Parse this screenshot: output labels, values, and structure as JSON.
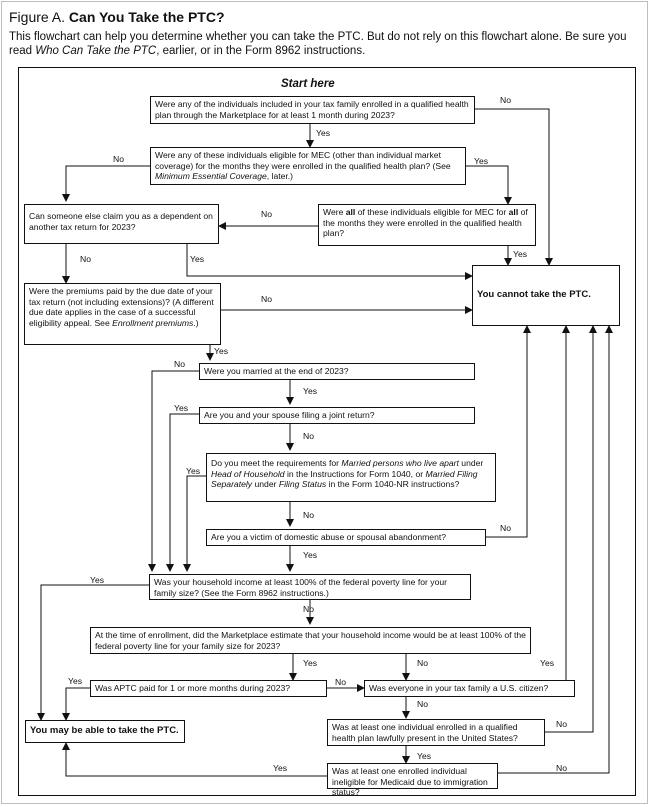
{
  "figure": {
    "label": "Figure A.",
    "title": "Can You Take the PTC?",
    "intro_1": "This flowchart can help you determine whether you can take the PTC. But do not rely on this flowchart alone. Be sure you read ",
    "intro_em": "Who Can Take the PTC",
    "intro_2": ", earlier, or in the Form 8962 instructions."
  },
  "start_label": "Start here",
  "questions": {
    "q1": "Were any of the individuals included in your tax family enrolled in a qualified health plan through the Marketplace for at least 1 month during 2023?",
    "q2_a": "Were any of these individuals eligible for MEC (other than individual market coverage) for the months they were enrolled in the qualified health plan? (See ",
    "q2_em": "Minimum Essential Coverage",
    "q2_b": ", later.)",
    "q3": "Can someone else claim you as a dependent on another tax return for 2023?",
    "q4_a": "Were ",
    "q4_b1": "all",
    "q4_c": " of these individuals eligible for MEC for ",
    "q4_b2": "all",
    "q4_d": " of the months they were enrolled in the qualified health plan?",
    "q5_a": "Were the premiums paid by the due date of your tax return (not including extensions)? (A different due date applies in the case of a successful eligibility appeal. See ",
    "q5_em": "Enrollment premiums",
    "q5_b": ".)",
    "q6": "Were you married at the end of 2023?",
    "q7": "Are you and your spouse filing a joint return?",
    "q8_a": "Do you meet the requirements for ",
    "q8_em1": "Married persons who live apart",
    "q8_b": " under ",
    "q8_em2": "Head of Household",
    "q8_c": " in the Instructions for Form 1040, or ",
    "q8_em3": "Married Filing Separately",
    "q8_d": " under ",
    "q8_em4": "Filing Status",
    "q8_e": " in the Form 1040-NR instructions?",
    "q9": "Are you a victim of domestic abuse or spousal abandonment?",
    "q10": "Was your household income at least 100% of the federal poverty line for your family size? (See the Form 8962 instructions.)",
    "q11": "At the time of enrollment, did the Marketplace estimate that your household income would be at least 100% of the federal poverty line for your family size for 2023?",
    "q12": "Was APTC paid for 1 or more months during 2023?",
    "q13": "Was everyone in your tax family a U.S. citizen?",
    "q14": "Was at least one individual enrolled in a qualified health plan lawfully present in the United States?",
    "q15": "Was at least one enrolled individual ineligible for Medicaid due to immigration status?"
  },
  "outcomes": {
    "cannot": "You cannot take the PTC.",
    "may": "You may be able to take the PTC."
  },
  "yes": "Yes",
  "no": "No"
}
